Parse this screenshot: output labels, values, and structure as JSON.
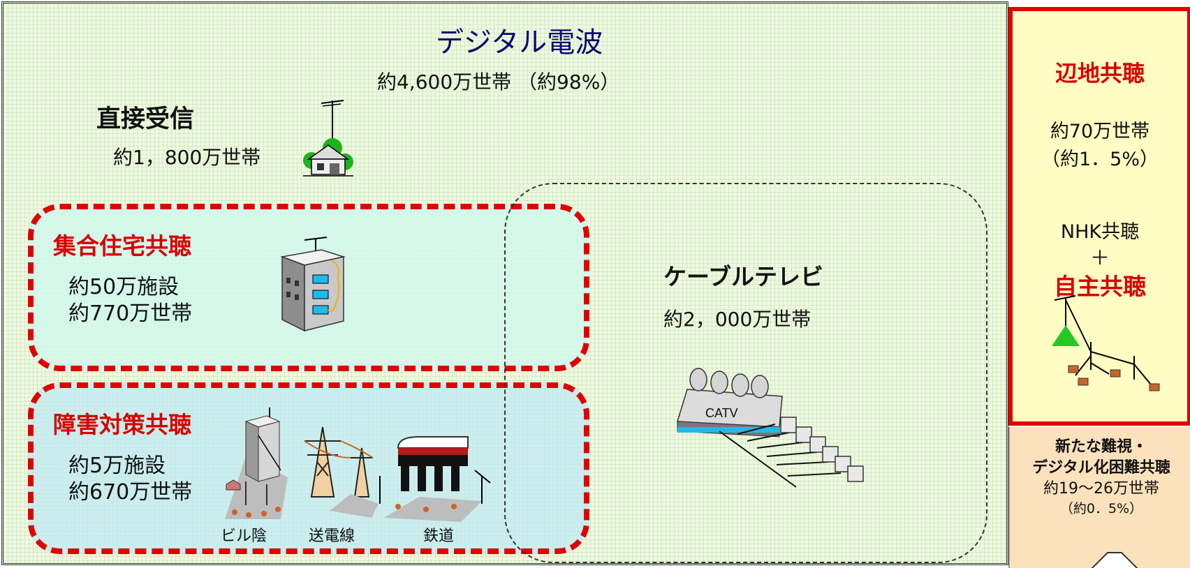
{
  "digital": {
    "title": "デジタル電波",
    "households": "約4,600万世帯 （約98%）"
  },
  "direct": {
    "title": "直接受信",
    "households": "約1，800万世帯"
  },
  "shared_housing": {
    "title": "集合住宅共聴",
    "facilities": "約50万施設",
    "households": "約770万世帯"
  },
  "obstacle": {
    "title": "障害対策共聴",
    "facilities": "約5万施設",
    "households": "約670万世帯",
    "labels": {
      "building": "ビル陰",
      "powerline": "送電線",
      "railway": "鉄道"
    }
  },
  "cable": {
    "title": "ケーブルテレビ",
    "households": "約2，000万世帯",
    "station_label": "CATV"
  },
  "remote": {
    "title": "辺地共聴",
    "households": "約70万世帯",
    "percent": "（約1．5%）",
    "nhk": "NHK共聴",
    "plus": "＋",
    "self": "自主共聴"
  },
  "new_difficult": {
    "line1": "新たな難視・",
    "line2": "デジタル化困難共聴",
    "households": "約19～26万世帯",
    "percent": "（約0．5%）"
  },
  "colors": {
    "red": "#e00000",
    "navy": "#0a0a6e",
    "panel_bg": "#edfadf",
    "remote_bg": "#fffcc4",
    "new_bg": "#fce1bd"
  }
}
